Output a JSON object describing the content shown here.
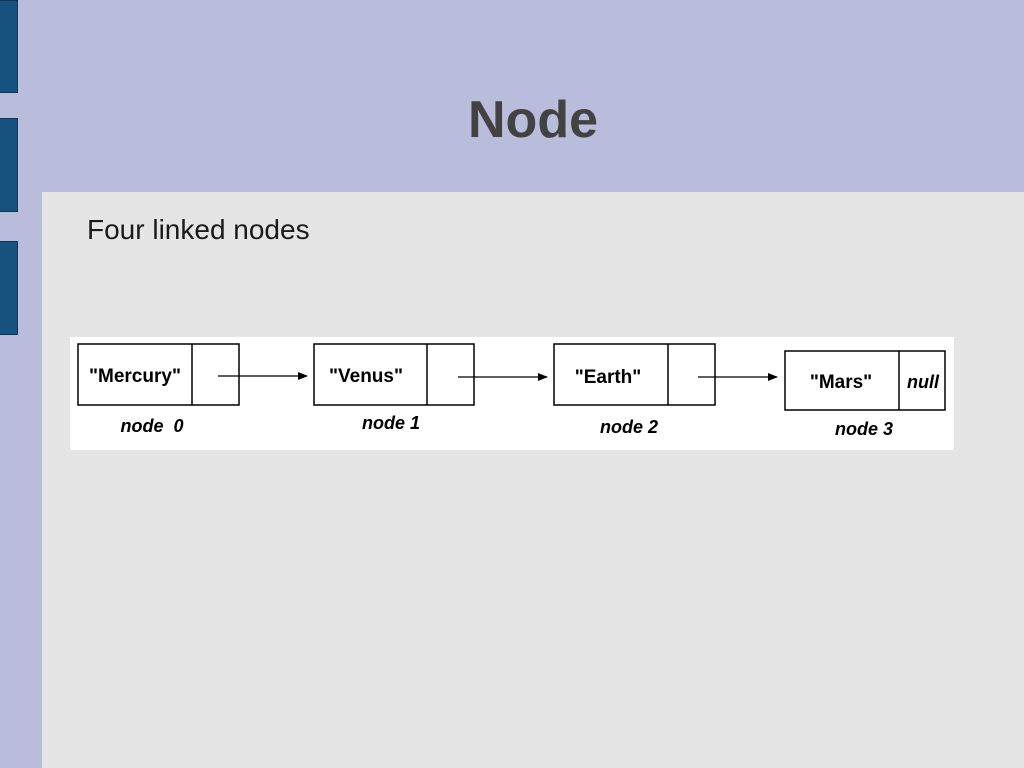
{
  "slide": {
    "title": "Node",
    "subtitle": "Four linked nodes"
  },
  "colors": {
    "background": "#b9bcdb",
    "content_panel": "#e5e5e5",
    "tab_accent": "#17527f",
    "title_text": "#424242"
  },
  "diagram": {
    "nodes": [
      {
        "value": "\"Mercury\"",
        "label": "node  0",
        "next": ""
      },
      {
        "value": "\"Venus\"",
        "label": "node 1",
        "next": ""
      },
      {
        "value": "\"Earth\"",
        "label": "node 2",
        "next": ""
      },
      {
        "value": "\"Mars\"",
        "label": "node 3",
        "next": "null"
      }
    ]
  }
}
